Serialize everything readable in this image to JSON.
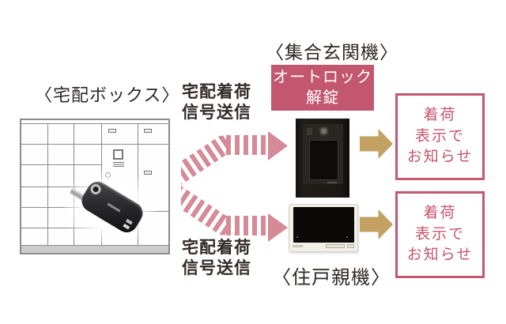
{
  "palette": {
    "rose": "#c2576f",
    "rose_light": "#d58b97",
    "gold": "#c3a163",
    "ink": "#2f2824"
  },
  "delivery_box": {
    "label": "〈宅配ボックス〉"
  },
  "entrance": {
    "label": "〈集合玄関機〉",
    "autolock_badge": "オートロック\n解錠"
  },
  "residence": {
    "label": "〈住戸親機〉"
  },
  "signals": {
    "top": "宅配着荷\n信号送信",
    "bottom": "宅配着荷\n信号送信"
  },
  "notifications": {
    "top": "着荷\n表示で\nお知らせ",
    "bottom": "着荷\n表示で\nお知らせ"
  },
  "images": {
    "delivery_locker": "delivery-locker-cabinet",
    "key_fob": "black-key-fob-with-metal-key",
    "entrance_panel": "black-entrance-intercom-panel",
    "intercom_monitor": "white-residence-intercom-monitor",
    "striped_arrows": "pink-striped-split-arrows",
    "gold_arrows": "solid-gold-right-arrows"
  }
}
